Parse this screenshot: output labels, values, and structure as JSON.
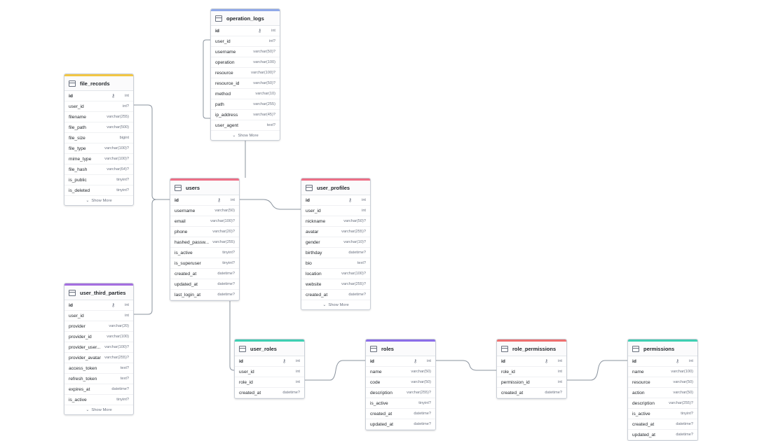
{
  "tables": [
    {
      "name": "operation_logs",
      "color": "#8fa8e8",
      "fields": [
        {
          "name": "id",
          "type": "int",
          "pk": true
        },
        {
          "name": "user_id",
          "type": "int?"
        },
        {
          "name": "username",
          "type": "varchar(50)?"
        },
        {
          "name": "operation",
          "type": "varchar(100)"
        },
        {
          "name": "resource",
          "type": "varchar(100)?"
        },
        {
          "name": "resource_id",
          "type": "varchar(50)?"
        },
        {
          "name": "method",
          "type": "varchar(10)"
        },
        {
          "name": "path",
          "type": "varchar(255)"
        },
        {
          "name": "ip_address",
          "type": "varchar(45)?"
        },
        {
          "name": "user_agent",
          "type": "text?"
        }
      ],
      "more": "Show More"
    },
    {
      "name": "file_records",
      "color": "#f2c744",
      "fields": [
        {
          "name": "id",
          "type": "int",
          "pk": true
        },
        {
          "name": "user_id",
          "type": "int?"
        },
        {
          "name": "filename",
          "type": "varchar(255)"
        },
        {
          "name": "file_path",
          "type": "varchar(500)"
        },
        {
          "name": "file_size",
          "type": "bigint"
        },
        {
          "name": "file_type",
          "type": "varchar(100)?"
        },
        {
          "name": "mime_type",
          "type": "varchar(100)?"
        },
        {
          "name": "file_hash",
          "type": "varchar(64)?"
        },
        {
          "name": "is_public",
          "type": "tinyint?"
        },
        {
          "name": "is_deleted",
          "type": "tinyint?"
        }
      ],
      "more": "Show More"
    },
    {
      "name": "users",
      "color": "#ee6f86",
      "fields": [
        {
          "name": "id",
          "type": "int",
          "pk": true
        },
        {
          "name": "username",
          "type": "varchar(50)"
        },
        {
          "name": "email",
          "type": "varchar(100)?"
        },
        {
          "name": "phone",
          "type": "varchar(20)?"
        },
        {
          "name": "hashed_passw...",
          "type": "varchar(255)"
        },
        {
          "name": "is_active",
          "type": "tinyint?"
        },
        {
          "name": "is_superuser",
          "type": "tinyint?"
        },
        {
          "name": "created_at",
          "type": "datetime?"
        },
        {
          "name": "updated_at",
          "type": "datetime?"
        },
        {
          "name": "last_login_at",
          "type": "datetime?"
        }
      ]
    },
    {
      "name": "user_profiles",
      "color": "#ee6f86",
      "fields": [
        {
          "name": "id",
          "type": "int",
          "pk": true
        },
        {
          "name": "user_id",
          "type": "int"
        },
        {
          "name": "nickname",
          "type": "varchar(50)?"
        },
        {
          "name": "avatar",
          "type": "varchar(255)?"
        },
        {
          "name": "gender",
          "type": "varchar(10)?"
        },
        {
          "name": "birthday",
          "type": "datetime?"
        },
        {
          "name": "bio",
          "type": "text?"
        },
        {
          "name": "location",
          "type": "varchar(100)?"
        },
        {
          "name": "website",
          "type": "varchar(255)?"
        },
        {
          "name": "created_at",
          "type": "datetime?"
        }
      ],
      "more": "Show More"
    },
    {
      "name": "user_third_parties",
      "color": "#a46ee0",
      "fields": [
        {
          "name": "id",
          "type": "int",
          "pk": true
        },
        {
          "name": "user_id",
          "type": "int"
        },
        {
          "name": "provider",
          "type": "varchar(20)"
        },
        {
          "name": "provider_id",
          "type": "varchar(100)"
        },
        {
          "name": "provider_user...",
          "type": "varchar(100)?"
        },
        {
          "name": "provider_avatar",
          "type": "varchar(255)?"
        },
        {
          "name": "access_token",
          "type": "text?"
        },
        {
          "name": "refresh_token",
          "type": "text?"
        },
        {
          "name": "expires_at",
          "type": "datetime?"
        },
        {
          "name": "is_active",
          "type": "tinyint?"
        }
      ],
      "more": "Show More"
    },
    {
      "name": "user_roles",
      "color": "#3ecfb2",
      "fields": [
        {
          "name": "id",
          "type": "int",
          "pk": true
        },
        {
          "name": "user_id",
          "type": "int"
        },
        {
          "name": "role_id",
          "type": "int"
        },
        {
          "name": "created_at",
          "type": "datetime?"
        }
      ]
    },
    {
      "name": "roles",
      "color": "#8b6ee8",
      "fields": [
        {
          "name": "id",
          "type": "int",
          "pk": true
        },
        {
          "name": "name",
          "type": "varchar(50)"
        },
        {
          "name": "code",
          "type": "varchar(50)"
        },
        {
          "name": "description",
          "type": "varchar(255)?"
        },
        {
          "name": "is_active",
          "type": "tinyint?"
        },
        {
          "name": "created_at",
          "type": "datetime?"
        },
        {
          "name": "updated_at",
          "type": "datetime?"
        }
      ]
    },
    {
      "name": "role_permissions",
      "color": "#ee6f6f",
      "fields": [
        {
          "name": "id",
          "type": "int",
          "pk": true
        },
        {
          "name": "role_id",
          "type": "int"
        },
        {
          "name": "permission_id",
          "type": "int"
        },
        {
          "name": "created_at",
          "type": "datetime?"
        }
      ]
    },
    {
      "name": "permissions",
      "color": "#3ecfb2",
      "fields": [
        {
          "name": "id",
          "type": "int",
          "pk": true
        },
        {
          "name": "name",
          "type": "varchar(100)"
        },
        {
          "name": "resource",
          "type": "varchar(50)"
        },
        {
          "name": "action",
          "type": "varchar(50)"
        },
        {
          "name": "description",
          "type": "varchar(255)?"
        },
        {
          "name": "is_active",
          "type": "tinyint?"
        },
        {
          "name": "created_at",
          "type": "datetime?"
        },
        {
          "name": "updated_at",
          "type": "datetime?"
        }
      ]
    }
  ],
  "relations": [
    {
      "from": "file_records.user_id",
      "to": "users.id"
    },
    {
      "from": "user_third_parties.user_id",
      "to": "users.id"
    },
    {
      "from": "operation_logs.user_id",
      "to": "users.id"
    },
    {
      "from": "user_profiles.user_id",
      "to": "users.id"
    },
    {
      "from": "user_roles.user_id",
      "to": "users.id"
    },
    {
      "from": "user_roles.role_id",
      "to": "roles.id"
    },
    {
      "from": "role_permissions.role_id",
      "to": "roles.id"
    },
    {
      "from": "role_permissions.permission_id",
      "to": "permissions.id"
    }
  ],
  "icons": {
    "table": "table-icon",
    "key": "key-icon",
    "chevron": "chevron-down-icon"
  }
}
